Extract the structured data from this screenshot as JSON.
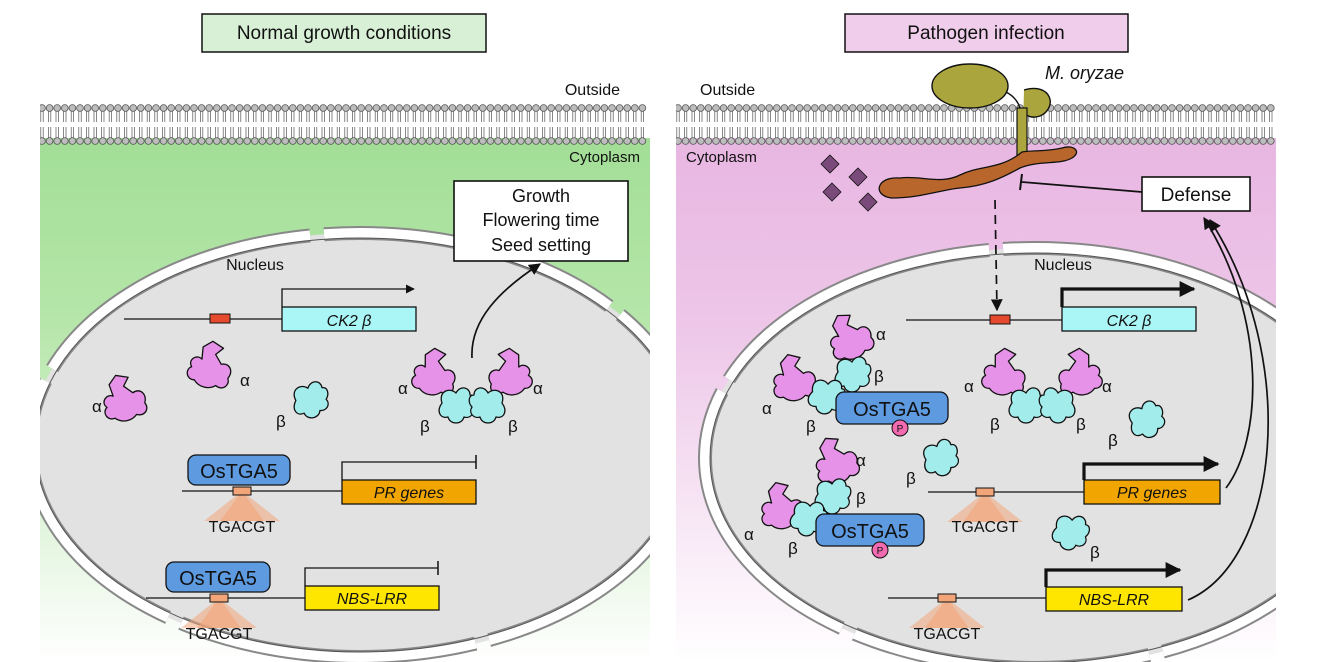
{
  "left_panel": {
    "header": "Normal growth conditions",
    "outside": "Outside",
    "cytoplasm": "Cytoplasm",
    "nucleus": "Nucleus",
    "outcome": {
      "line1": "Growth",
      "line2": "Flowering time",
      "line3": "Seed setting"
    },
    "genes": {
      "ck2b": "CK2 β",
      "pr": "PR genes",
      "nbs": "NBS-LRR"
    },
    "tf": "OsTGA5",
    "motif": "TGACGT",
    "alpha": "α",
    "beta": "β"
  },
  "right_panel": {
    "header": "Pathogen infection",
    "pathogen": "M. oryzae",
    "outside": "Outside",
    "cytoplasm": "Cytoplasm",
    "nucleus": "Nucleus",
    "defense": "Defense",
    "genes": {
      "ck2b": "CK2 β",
      "pr": "PR genes",
      "nbs": "NBS-LRR"
    },
    "tf": "OsTGA5",
    "phospho": "P",
    "motif": "TGACGT",
    "alpha": "α",
    "beta": "β"
  },
  "colors": {
    "left_header_bg": "#d8f0d6",
    "right_header_bg": "#f0cdea",
    "cytoplasm_left": "#a2de96",
    "cytoplasm_right": "#e8b6e2",
    "nucleus_fill": "#e2e2e2",
    "ck2b_box": "#aaf5f5",
    "pr_box": "#f0a500",
    "nbs_box": "#ffe600",
    "tf_box": "#5d9ae0",
    "alpha_subunit": "#e592e8",
    "beta_subunit": "#a3ecec",
    "promoter_red": "#e64a2e",
    "motif_peach": "#f3a57a",
    "phospho_pink": "#f26bb1",
    "fungus_spore": "#aaa53d",
    "fungus_hypha": "#b8662b",
    "elicitor": "#7a4a7a"
  }
}
